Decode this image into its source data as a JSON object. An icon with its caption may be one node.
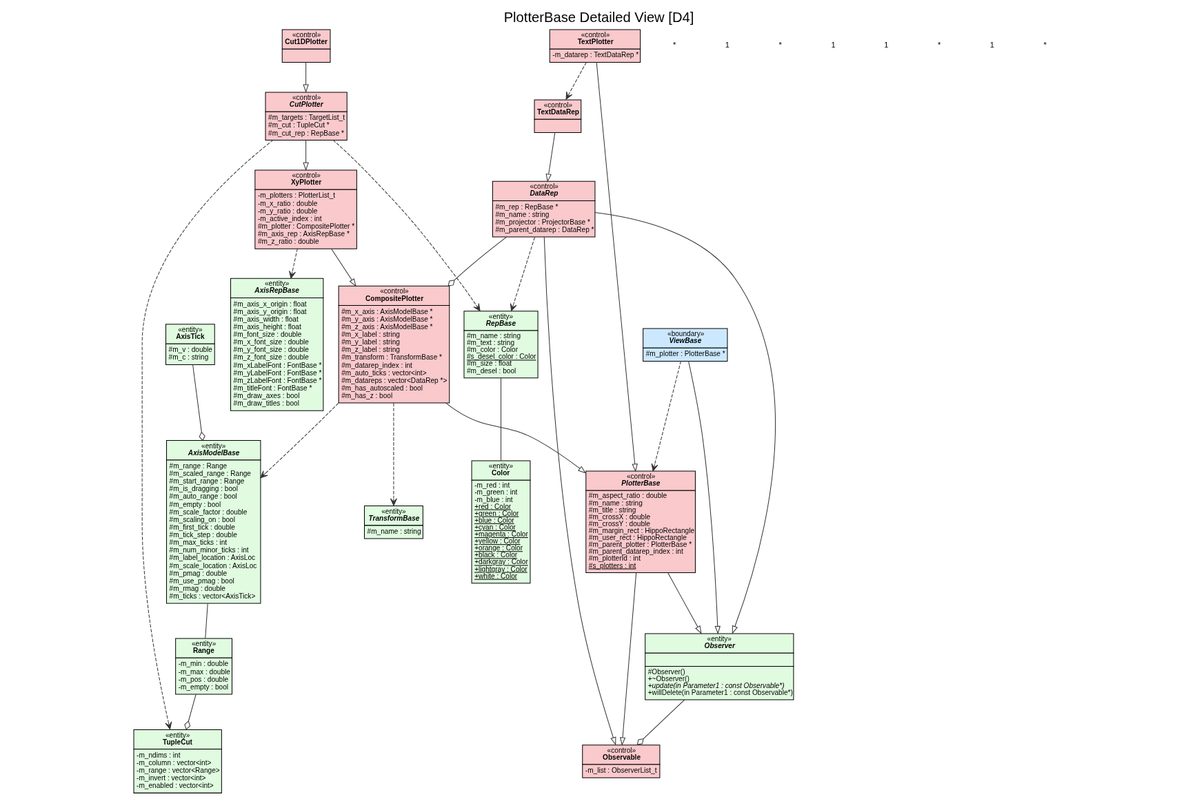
{
  "diagram": {
    "title": "PlotterBase Detailed View [D4]",
    "nodes": [
      {
        "text": [
          "«boundary»",
          "ViewBase",
          "#m_plotter : PlotterBase *"
        ]
      },
      {
        "text": [
          "«entity»",
          "Observer",
          "#Observer()",
          "+~Observer()",
          "+update(in Parameter1 : const Observable*)",
          "+willDelete(in Parameter1 : const Observable*)"
        ]
      },
      {
        "text": [
          "«control»",
          "PlotterBase",
          "#m_aspect_ratio : double",
          "#m_name : string",
          "#m_title : string",
          "#m_crossX : double",
          "#m_crossY : double",
          "#m_margin_rect : HippoRectangle",
          "#m_user_rect : HippoRectangle",
          "#m_parent_plotter : PlotterBase *",
          "#m_parent_datarep_index : int",
          "#m_plotterId : int",
          "#s_plotters : int"
        ]
      },
      {
        "text": [
          "«control»",
          "CompositePlotter",
          "#m_x_axis : AxisModelBase *",
          "#m_y_axis : AxisModelBase *",
          "#m_z_axis : AxisModelBase *",
          "#m_x_label : string",
          "#m_y_label : string",
          "#m_z_label : string",
          "#m_transform : TransformBase *",
          "#m_datarep_index : int",
          "#m_auto_ticks : vector<int>",
          "#m_datareps : vector<DataRep *>",
          "#m_has_autoscaled : bool",
          "#m_has_z : bool"
        ]
      },
      {
        "text": [
          "«control»",
          "Observable",
          "-m_list : ObserverList_t"
        ]
      },
      {
        "text": [
          "«control»",
          "XyPlotter",
          "-m_plotters : PlotterList_t",
          "-m_x_ratio : double",
          "-m_y_ratio : double",
          "-m_active_index : int",
          "#m_plotter : CompositePlotter *",
          "#m_axis_rep : AxisRepBase *",
          "#m_z_ratio : double"
        ]
      },
      {
        "text": [
          "«control»",
          "CutPlotter",
          "#m_targets : TargetList_t",
          "#m_cut : TupleCut *",
          "#m_cut_rep : RepBase *"
        ]
      },
      {
        "text": [
          "«control»",
          "Cut1DPlotter"
        ]
      },
      {
        "text": [
          "«control»",
          "DataRep",
          "#m_rep : RepBase *",
          "#m_name : string",
          "#m_projector : ProjectorBase *",
          "#m_parent_datarep : DataRep *"
        ]
      },
      {
        "text": [
          "«control»",
          "TextPlotter",
          "-m_datarep : TextDataRep *"
        ]
      },
      {
        "text": [
          "«control»",
          "TextDataRep"
        ]
      },
      {
        "text": [
          "«entity»",
          "AxisModelBase",
          "#m_range : Range",
          "#m_scaled_range : Range",
          "#m_start_range : Range",
          "#m_is_dragging : bool",
          "#m_auto_range : bool",
          "#m_empty : bool",
          "#m_scale_factor : double",
          "#m_scaling_on : bool",
          "#m_first_tick : double",
          "#m_tick_step : double",
          "#m_max_ticks : int",
          "#m_num_minor_ticks : int",
          "#m_label_location : AxisLoc",
          "#m_scale_location : AxisLoc",
          "#m_pmag : double",
          "#m_use_pmag : bool",
          "#m_rmag : double",
          "#m_ticks : vector<AxisTick>"
        ]
      },
      {
        "text": [
          "«entity»",
          "TransformBase",
          "#m_name : string"
        ]
      },
      {
        "text": [
          "«entity»",
          "AxisRepBase",
          "#m_axis_x_origin : float",
          "#m_axis_y_origin : float",
          "#m_axis_width : float",
          "#m_axis_height : float",
          "#m_font_size : double",
          "#m_x_font_size : double",
          "#m_y_font_size : double",
          "#m_z_font_size : double",
          "#m_xLabelFont : FontBase *",
          "#m_yLabelFont : FontBase *",
          "#m_zLabelFont : FontBase *",
          "#m_titleFont : FontBase *",
          "#m_draw_axes : bool",
          "#m_draw_titles : bool"
        ]
      },
      {
        "text": [
          "«entity»",
          "TupleCut",
          "-m_ndims : int",
          "-m_column : vector<int>",
          "-m_range : vector<Range>",
          "-m_invert : vector<int>",
          "-m_enabled : vector<int>"
        ]
      },
      {
        "text": [
          "«entity»",
          "RepBase",
          "#m_name : string",
          "#m_text : string",
          "#m_color : Color",
          "#s_desel_color : Color",
          "#m_size : float",
          "#m_desel : bool"
        ]
      },
      {
        "text": [
          "«entity»",
          "Color",
          "-m_red : int",
          "-m_green : int",
          "-m_blue : int",
          "+red : Color",
          "+green : Color",
          "+blue : Color",
          "+cyan : Color",
          "+magenta : Color",
          "+yellow : Color",
          "+orange : Color",
          "+black : Color",
          "+darkgray : Color",
          "+lightgray : Color",
          "+white : Color"
        ]
      },
      {
        "text": [
          "«entity»",
          "AxisTick",
          "#m_v : double",
          "#m_c : string"
        ]
      },
      {
        "text": [
          "«entity»",
          "Range",
          "-m_min : double",
          "-m_max : double",
          "-m_pos : double",
          "-m_empty : bool"
        ]
      }
    ],
    "edges": [
      {
        "from": 0,
        "to": 2,
        "arrow": "to",
        "style": "dashed"
      },
      {
        "from": 0,
        "to": 1,
        "arrow": "to"
      },
      {
        "from": 2,
        "to": 1,
        "arrow": "to"
      },
      {
        "from": 2,
        "to": 4,
        "arrow": "to"
      },
      {
        "from": 1,
        "to": 4,
        "arrow": "other"
      },
      {
        "from": 3,
        "to": 2,
        "arrow": "to"
      },
      {
        "from": 5,
        "to": 3,
        "arrow": "to"
      },
      {
        "from": 6,
        "to": 5,
        "arrow": "to"
      },
      {
        "from": 7,
        "to": 6,
        "arrow": "to"
      },
      {
        "from": 8,
        "to": 1,
        "arrow": "to"
      },
      {
        "from": 8,
        "to": 4,
        "arrow": "to"
      },
      {
        "from": 8,
        "to": 3,
        "arrow": "other"
      },
      {
        "from": 10,
        "to": 8,
        "arrow": "to"
      },
      {
        "from": 9,
        "to": 2,
        "arrow": "to"
      },
      {
        "from": 9,
        "to": 10,
        "arrow": "to",
        "style": "dashed"
      },
      {
        "from": 3,
        "to": 11,
        "arrow": "to",
        "style": "dashed"
      },
      {
        "from": 3,
        "to": 12,
        "arrow": "to",
        "style": "dashed"
      },
      {
        "from": 5,
        "to": 13,
        "arrow": "to",
        "style": "dashed"
      },
      {
        "from": 6,
        "to": 14,
        "arrow": "to",
        "style": "dashed"
      },
      {
        "from": 6,
        "to": 15,
        "arrow": "to",
        "style": "dashed"
      },
      {
        "from": 8,
        "to": 15,
        "arrow": "to",
        "style": "dashed"
      },
      {
        "from": 17,
        "to": 11,
        "arrow": "other"
      },
      {
        "from": 11,
        "to": 18,
        "arrow": "none"
      },
      {
        "from": 18,
        "to": 14,
        "arrow": "other"
      },
      {
        "from": 15,
        "to": 16,
        "arrow": "none"
      }
    ],
    "labels": [
      "*",
      "1",
      "*",
      "1",
      "1",
      "*",
      "1",
      "*"
    ]
  }
}
